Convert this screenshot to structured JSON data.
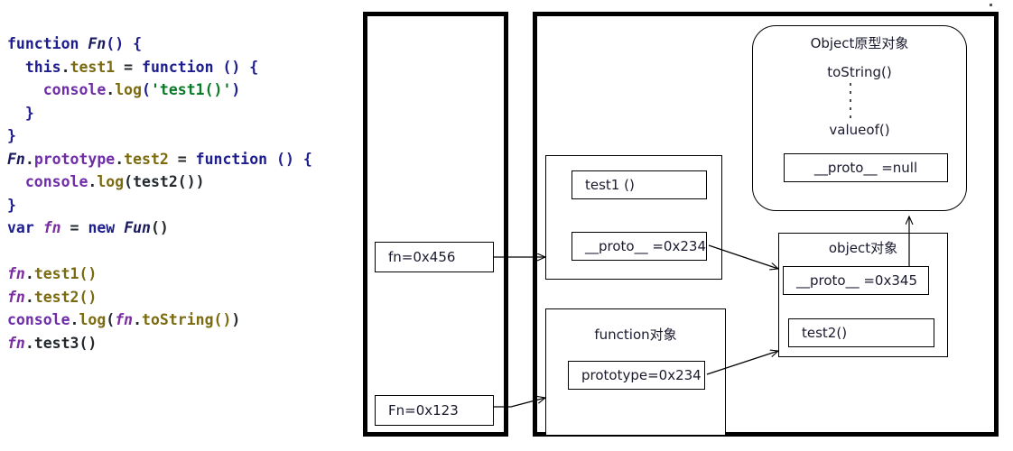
{
  "code": {
    "lines": [
      [
        {
          "t": "function",
          "c": "kw"
        },
        {
          "t": " ",
          "c": "plain"
        },
        {
          "t": "Fn",
          "c": "fnname"
        },
        {
          "t": "() {",
          "c": "paren"
        }
      ],
      [
        {
          "t": "  ",
          "c": "plain"
        },
        {
          "t": "this",
          "c": "kw"
        },
        {
          "t": ".",
          "c": "pun"
        },
        {
          "t": "test1",
          "c": "ident"
        },
        {
          "t": " = ",
          "c": "pun"
        },
        {
          "t": "function",
          "c": "kw"
        },
        {
          "t": " () {",
          "c": "paren"
        }
      ],
      [
        {
          "t": "    ",
          "c": "plain"
        },
        {
          "t": "console",
          "c": "obj"
        },
        {
          "t": ".",
          "c": "pun"
        },
        {
          "t": "log",
          "c": "ident"
        },
        {
          "t": "(",
          "c": "paren"
        },
        {
          "t": "'test1()'",
          "c": "str"
        },
        {
          "t": ")",
          "c": "paren"
        }
      ],
      [
        {
          "t": "  }",
          "c": "kw"
        }
      ],
      [
        {
          "t": "}",
          "c": "kw"
        }
      ],
      [
        {
          "t": "Fn",
          "c": "fnname"
        },
        {
          "t": ".",
          "c": "pun"
        },
        {
          "t": "prototype",
          "c": "obj"
        },
        {
          "t": ".",
          "c": "pun"
        },
        {
          "t": "test2",
          "c": "ident"
        },
        {
          "t": " = ",
          "c": "pun"
        },
        {
          "t": "function",
          "c": "kw"
        },
        {
          "t": " () {",
          "c": "paren"
        }
      ],
      [
        {
          "t": "  ",
          "c": "plain"
        },
        {
          "t": "console",
          "c": "obj"
        },
        {
          "t": ".",
          "c": "pun"
        },
        {
          "t": "log",
          "c": "ident"
        },
        {
          "t": "(test2())",
          "c": "plain"
        }
      ],
      [
        {
          "t": "}",
          "c": "kw"
        }
      ],
      [
        {
          "t": "var",
          "c": "kw"
        },
        {
          "t": " ",
          "c": "plain"
        },
        {
          "t": "fn",
          "c": "var-it"
        },
        {
          "t": " = ",
          "c": "pun"
        },
        {
          "t": "new",
          "c": "kw"
        },
        {
          "t": " ",
          "c": "plain"
        },
        {
          "t": "Fun",
          "c": "fnname"
        },
        {
          "t": "()",
          "c": "plain"
        }
      ],
      [
        {
          "t": " ",
          "c": "plain"
        }
      ],
      [
        {
          "t": "fn",
          "c": "var-it"
        },
        {
          "t": ".",
          "c": "pun"
        },
        {
          "t": "test1()",
          "c": "ident"
        }
      ],
      [
        {
          "t": "fn",
          "c": "var-it"
        },
        {
          "t": ".",
          "c": "pun"
        },
        {
          "t": "test2()",
          "c": "ident"
        }
      ],
      [
        {
          "t": "console",
          "c": "obj"
        },
        {
          "t": ".",
          "c": "pun"
        },
        {
          "t": "log",
          "c": "ident"
        },
        {
          "t": "(",
          "c": "plain"
        },
        {
          "t": "fn",
          "c": "var-it"
        },
        {
          "t": ".",
          "c": "pun"
        },
        {
          "t": "toString()",
          "c": "ident"
        },
        {
          "t": ")",
          "c": "plain"
        }
      ],
      [
        {
          "t": "fn",
          "c": "var-it"
        },
        {
          "t": ".",
          "c": "pun"
        },
        {
          "t": "test3()",
          "c": "plain"
        }
      ]
    ]
  },
  "stack": {
    "fn_ref": "fn=0x456",
    "Fn_ref": "Fn=0x123"
  },
  "heap": {
    "fn_object": {
      "test1": "test1 ()",
      "proto": "__proto__ =0x234"
    },
    "function_object": {
      "title": "function对象",
      "prototype": "prototype=0x234"
    },
    "object_object": {
      "title": "object对象",
      "proto": "__proto__ =0x345",
      "test2": "test2()"
    },
    "object_prototype": {
      "title": "Object原型对象",
      "tostring": "toString()",
      "valueof": "valueof()",
      "proto_null": "__proto__ =null"
    }
  },
  "colors": {
    "frame": "#000000",
    "box": "#000000",
    "text": "#1a1a2e",
    "keyword": "#1d1d8f",
    "identifier": "#7b6b10",
    "object": "#6f2da8",
    "string": "#0a7a28",
    "variable": "#7b2fa0"
  }
}
